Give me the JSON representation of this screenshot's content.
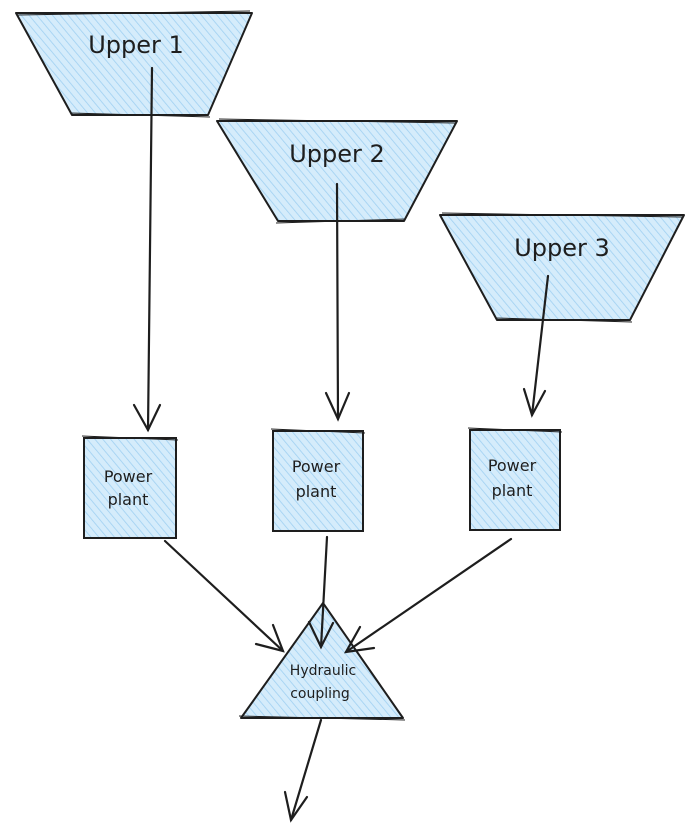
{
  "colors": {
    "fill": "#d5ecfb",
    "hatch": "#9fd0f2",
    "stroke": "#1e1e1e"
  },
  "nodes": {
    "upper1": {
      "label": "Upper 1"
    },
    "upper2": {
      "label": "Upper 2"
    },
    "upper3": {
      "label": "Upper 3"
    },
    "plant1": {
      "line1": "Power",
      "line2": "plant"
    },
    "plant2": {
      "line1": "Power",
      "line2": "plant"
    },
    "plant3": {
      "line1": "Power",
      "line2": "plant"
    },
    "coupling": {
      "line1": "Hydraulic",
      "line2": "coupling"
    }
  },
  "edges": [
    {
      "from": "Upper 1",
      "to": "Power plant 1"
    },
    {
      "from": "Upper 2",
      "to": "Power plant 2"
    },
    {
      "from": "Upper 3",
      "to": "Power plant 3"
    },
    {
      "from": "Power plant 1",
      "to": "Hydraulic coupling"
    },
    {
      "from": "Power plant 2",
      "to": "Hydraulic coupling"
    },
    {
      "from": "Power plant 3",
      "to": "Hydraulic coupling"
    },
    {
      "from": "Hydraulic coupling",
      "to": ""
    }
  ]
}
